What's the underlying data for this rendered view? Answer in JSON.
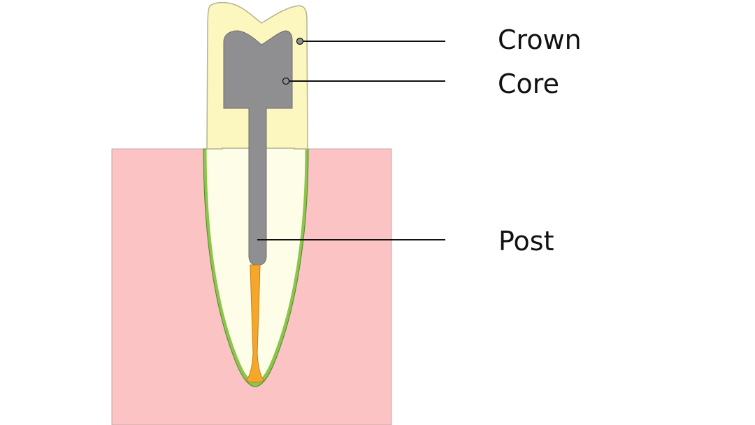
{
  "labels": {
    "crown": "Crown",
    "core": "Core",
    "post": "Post"
  },
  "colors": {
    "gum": "#fbc3c3",
    "gum_edge": "#c9a6a6",
    "crown": "#fbf7bf",
    "crown_edge": "#b5b28e",
    "root": "#fdfde8",
    "ligament": "#8dc44d",
    "ligament_edge": "#4e8a25",
    "core_post": "#8f8f91",
    "core_post_edge": "#6c6c6e",
    "canal_filling": "#f5a72b",
    "canal_filling_edge": "#c97c12",
    "leader_line": "#111111"
  }
}
